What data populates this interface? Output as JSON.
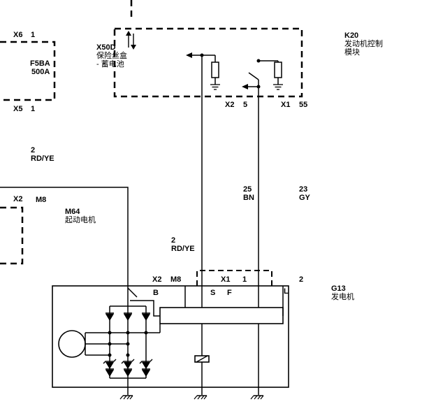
{
  "components": {
    "f5ba": {
      "name": "F5BA",
      "rating": "500A",
      "pin_top_conn": "X6",
      "pin_top_no": "1",
      "pin_bottom_conn": "X5",
      "pin_bottom_no": "1"
    },
    "x50d": {
      "id": "X50D",
      "desc_line1": "保险丝盒",
      "desc_line2": "- 蓄电池"
    },
    "k20": {
      "id": "K20",
      "desc_line1": "发动机控制",
      "desc_line2": "模块",
      "pin_a_conn": "X2",
      "pin_a_no": "5",
      "pin_b_conn": "X1",
      "pin_b_no": "55"
    },
    "m64": {
      "id": "M64",
      "desc": "起动电机",
      "conn": "X2",
      "pin": "M8"
    },
    "g13": {
      "id": "G13",
      "desc": "发电机",
      "conn_a": "X2",
      "pin_a": "M8",
      "conn_b": "X1",
      "pin_b": "1",
      "pin_c": "2",
      "term_b": "B",
      "term_s": "S",
      "term_f": "F",
      "term_l": "L"
    }
  },
  "wires": {
    "left_upper": {
      "circuit": "2",
      "color": "RD/YE"
    },
    "middle": {
      "circuit": "2",
      "color": "RD/YE"
    },
    "k20_to_f": {
      "circuit": "25",
      "color": "BN"
    },
    "k20_to_l": {
      "circuit": "23",
      "color": "GY"
    }
  }
}
